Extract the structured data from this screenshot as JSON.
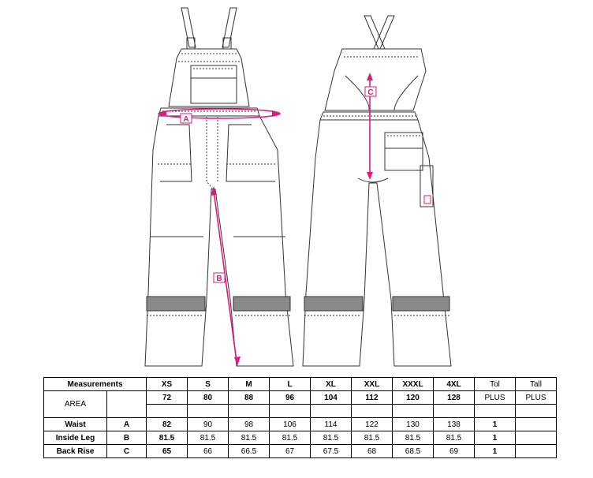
{
  "callouts": {
    "a": "A",
    "b": "B",
    "c": "C"
  },
  "colors": {
    "accent": "#e0197d",
    "line": "#333333",
    "band": "#8a8a8a"
  },
  "table": {
    "title": "Measurements",
    "sizes": [
      "XS",
      "S",
      "M",
      "L",
      "XL",
      "XXL",
      "XXXL",
      "4XL",
      "Tol",
      "Tall"
    ],
    "numbers": [
      "72",
      "80",
      "88",
      "96",
      "104",
      "112",
      "120",
      "128",
      "PLUS",
      "PLUS"
    ],
    "area_label": "AREA",
    "rows": [
      {
        "name": "Waist",
        "code": "A",
        "values": [
          "82",
          "90",
          "98",
          "106",
          "114",
          "122",
          "130",
          "138",
          "1",
          ""
        ]
      },
      {
        "name": "Inside Leg",
        "code": "B",
        "values": [
          "81.5",
          "81.5",
          "81.5",
          "81.5",
          "81.5",
          "81.5",
          "81.5",
          "81.5",
          "1",
          ""
        ]
      },
      {
        "name": "Back Rise",
        "code": "C",
        "values": [
          "65",
          "66",
          "66.5",
          "67",
          "67.5",
          "68",
          "68.5",
          "69",
          "1",
          ""
        ]
      }
    ]
  }
}
